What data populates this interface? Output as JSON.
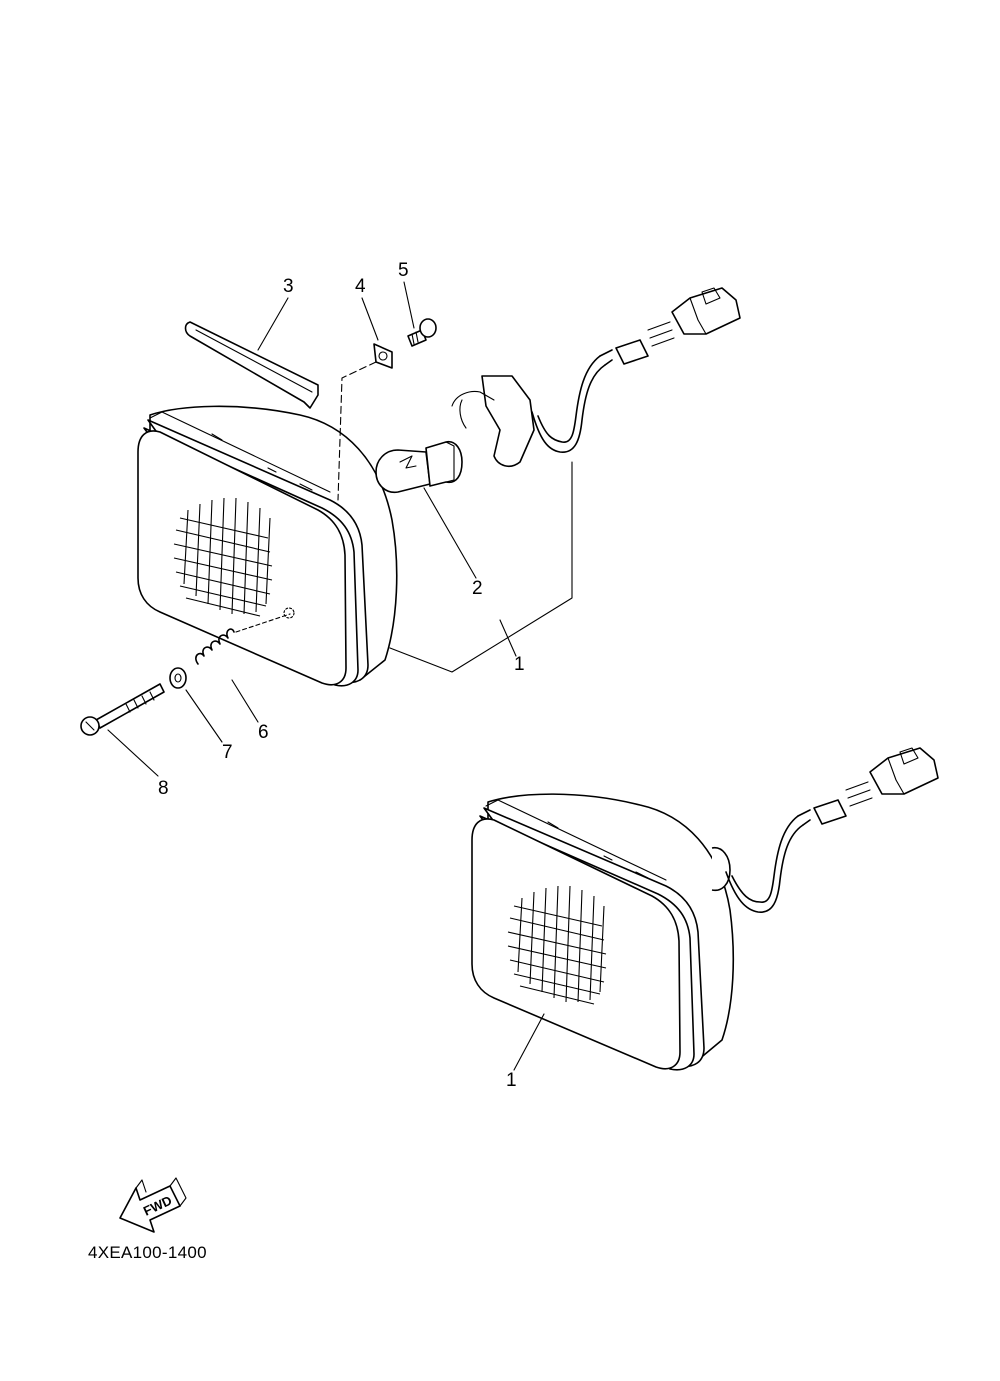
{
  "diagram": {
    "callouts": {
      "c1_upper": "1",
      "c1_lower": "1",
      "c2": "2",
      "c3": "3",
      "c4": "4",
      "c5": "5",
      "c6": "6",
      "c7": "7",
      "c8": "8"
    },
    "fwd_label": "FWD",
    "diagram_code": "4XEA100-1400"
  }
}
